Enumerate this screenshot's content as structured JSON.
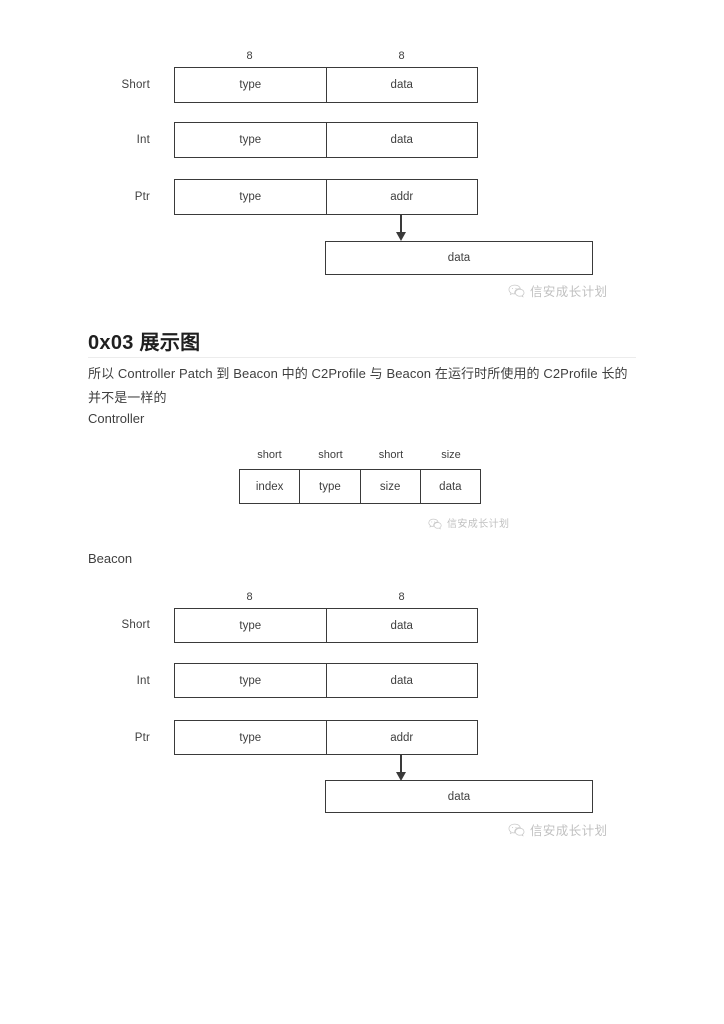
{
  "document": {
    "heading": "0x03 展示图",
    "paragraph": "所以 Controller Patch 到 Beacon 中的 C2Profile 与 Beacon 在运行时所使用的 C2Profile 长的并不是一样的",
    "controller_label": "Controller",
    "beacon_label": "Beacon"
  },
  "watermark": {
    "text": "信安成长计划",
    "logo_icon": "wechat-logo-icon",
    "color": "#9a9a9a"
  },
  "colors": {
    "box_border": "#3a3a3a",
    "text": "#3f3f3f",
    "heading": "#1f1f1f",
    "rule": "#ececec",
    "background": "#ffffff"
  },
  "diagram_top": {
    "name": "beacon-c2profile-struct-diagram-top",
    "size_headers": [
      "8",
      "8"
    ],
    "rows": [
      {
        "label": "Short",
        "cells": [
          "type",
          "data"
        ]
      },
      {
        "label": "Int",
        "cells": [
          "type",
          "data"
        ]
      },
      {
        "label": "Ptr",
        "cells": [
          "type",
          "addr"
        ]
      }
    ],
    "pointer_target": {
      "label": "data"
    }
  },
  "diagram_controller": {
    "name": "controller-c2profile-struct-diagram",
    "size_headers": [
      "short",
      "short",
      "short",
      "size"
    ],
    "cells": [
      "index",
      "type",
      "size",
      "data"
    ]
  },
  "diagram_bottom": {
    "name": "beacon-c2profile-struct-diagram-bottom",
    "size_headers": [
      "8",
      "8"
    ],
    "rows": [
      {
        "label": "Short",
        "cells": [
          "type",
          "data"
        ]
      },
      {
        "label": "Int",
        "cells": [
          "type",
          "data"
        ]
      },
      {
        "label": "Ptr",
        "cells": [
          "type",
          "addr"
        ]
      }
    ],
    "pointer_target": {
      "label": "data"
    }
  }
}
